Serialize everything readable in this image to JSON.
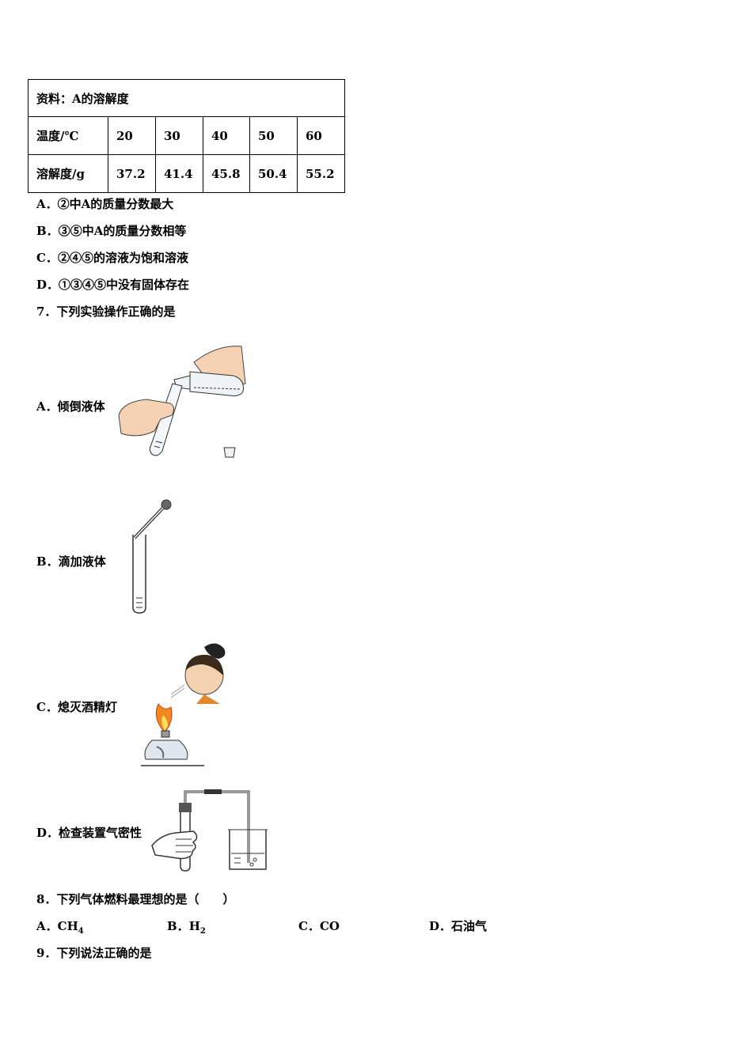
{
  "table": {
    "title": "资料：A的溶解度",
    "headers": [
      "温度/℃",
      "20",
      "30",
      "40",
      "50",
      "60"
    ],
    "row": [
      "溶解度/g",
      "37.2",
      "41.4",
      "45.8",
      "50.4",
      "55.2"
    ]
  },
  "q6": {
    "options": [
      {
        "letter": "A．",
        "text": "②中A的质量分数最大"
      },
      {
        "letter": "B．",
        "text": "③⑤中A的质量分数相等"
      },
      {
        "letter": "C．",
        "text": "②④⑤的溶液为饱和溶液"
      },
      {
        "letter": "D．",
        "text": "①③④⑤中没有固体存在"
      }
    ]
  },
  "q7": {
    "stem": "7．下列实验操作正确的是",
    "options": [
      {
        "letter": "A．",
        "text": "倾倒液体"
      },
      {
        "letter": "B．",
        "text": "滴加液体"
      },
      {
        "letter": "C．",
        "text": "熄灭酒精灯"
      },
      {
        "letter": "D．",
        "text": "检查装置气密性"
      }
    ]
  },
  "q8": {
    "stem": "8．下列气体燃料最理想的是（　　）",
    "options": [
      {
        "letter": "A．",
        "text": "CH",
        "sub": "4"
      },
      {
        "letter": "B．",
        "text": "H",
        "sub": "2"
      },
      {
        "letter": "C．",
        "text": "CO"
      },
      {
        "letter": "D．",
        "text": "石油气"
      }
    ]
  },
  "q9": {
    "stem": "9．下列说法正确的是"
  }
}
